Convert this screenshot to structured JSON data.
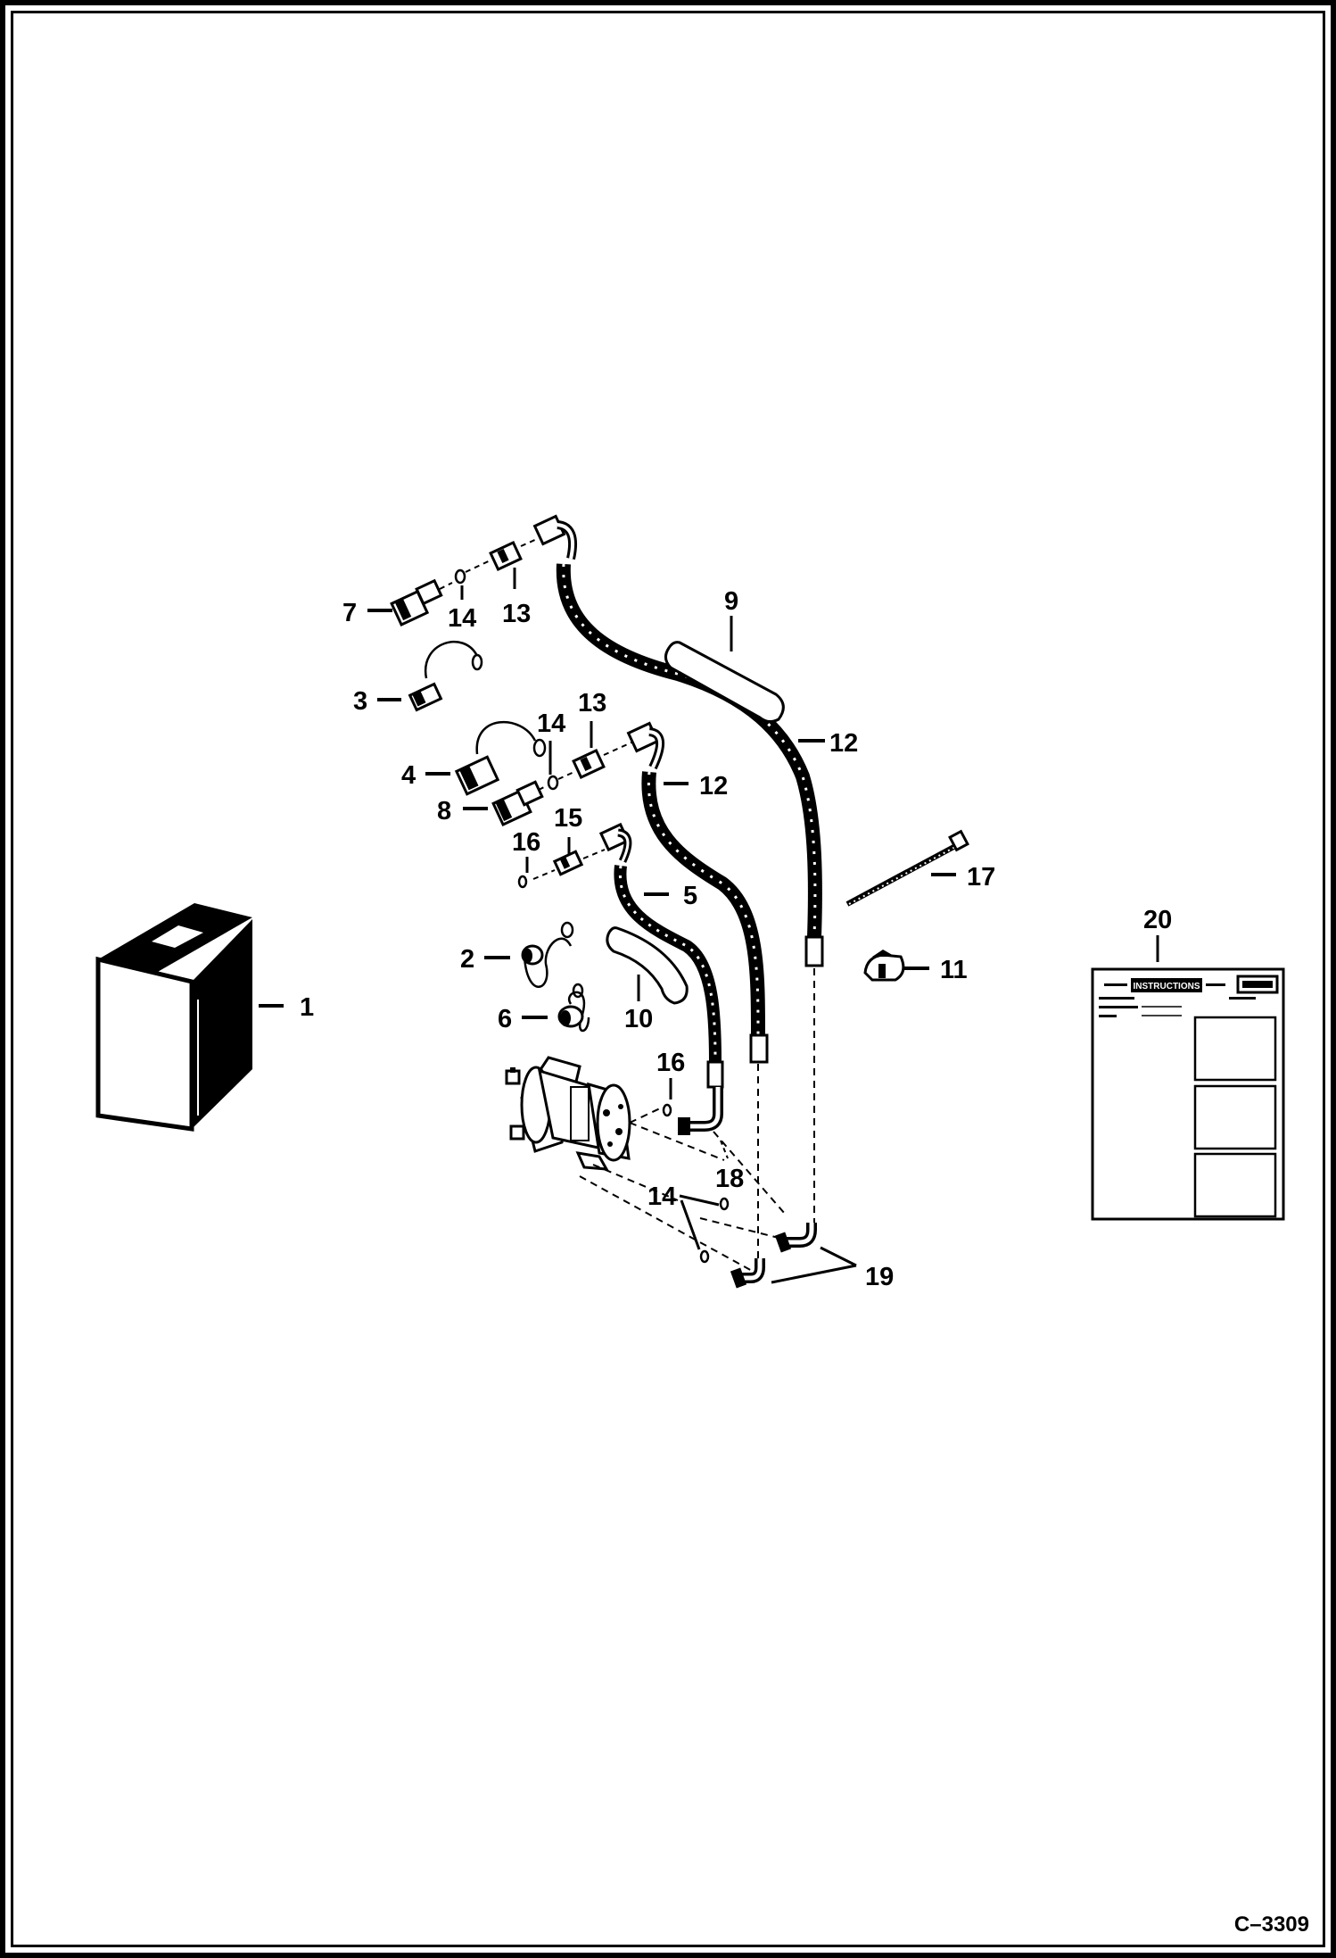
{
  "figure_ref": "C–3309",
  "callouts": {
    "c1": "1",
    "c2": "2",
    "c3": "3",
    "c4": "4",
    "c5": "5",
    "c6": "6",
    "c7": "7",
    "c8": "8",
    "c9": "9",
    "c10": "10",
    "c11": "11",
    "c12a": "12",
    "c12b": "12",
    "c13a": "13",
    "c13b": "13",
    "c14a": "14",
    "c14b": "14",
    "c14c": "14",
    "c15": "15",
    "c16a": "16",
    "c16b": "16",
    "c17": "17",
    "c18": "18",
    "c19": "19",
    "c20": "20"
  },
  "instruction_sheet": {
    "heading": "INSTRUCTIONS"
  }
}
